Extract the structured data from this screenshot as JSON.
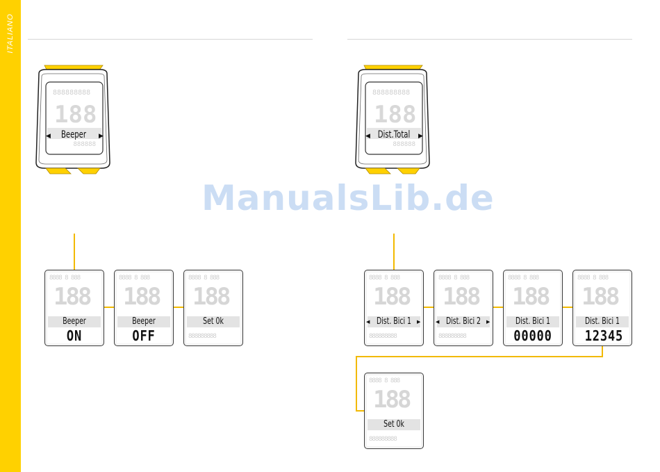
{
  "side_tab": {
    "language": "ITALIANO"
  },
  "colors": {
    "accent": "#ffd100",
    "connector": "#f2b900",
    "lcd_border": "#3a3a3a"
  },
  "watermark": "ManualsLib.de",
  "left_section": {
    "device_screen": "Beeper",
    "steps": [
      {
        "line1": "Beeper",
        "line2": "ON"
      },
      {
        "line1": "Beeper",
        "line2": "OFF"
      },
      {
        "line1": "Set 0k",
        "line2": ""
      }
    ]
  },
  "right_section": {
    "device_screen": "Dist.Total",
    "steps": [
      {
        "line1": "Dist. Bici 1",
        "line2": ""
      },
      {
        "line1": "Dist. Bici 2",
        "line2": ""
      },
      {
        "line1": "Dist. Bici 1",
        "line2": "00000"
      },
      {
        "line1": "Dist. Bici 1",
        "line2": "12345"
      },
      {
        "line1": "Set 0k",
        "line2": ""
      }
    ]
  }
}
